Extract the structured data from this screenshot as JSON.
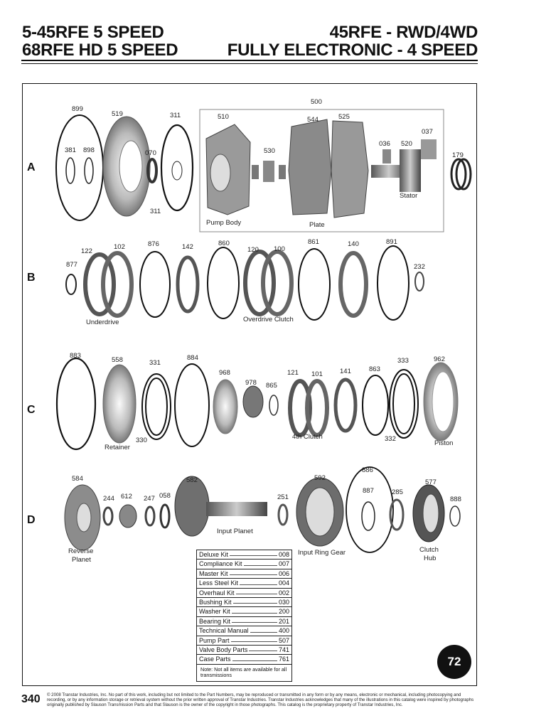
{
  "header": {
    "left_line1": "5-45RFE 5 SPEED",
    "left_line2": "68RFE HD 5 SPEED",
    "right_line1": "45RFE - RWD/4WD",
    "right_line2": "FULLY ELECTRONIC - 4 SPEED"
  },
  "rows": {
    "a": "A",
    "b": "B",
    "c": "C",
    "d": "D"
  },
  "parts": {
    "p899": "899",
    "p519": "519",
    "p311a": "311",
    "p381": "381",
    "p898": "898",
    "p070": "070",
    "p311b": "311",
    "p500": "500",
    "p510": "510",
    "p544": "544",
    "p525": "525",
    "p530": "530",
    "p036": "036",
    "p037": "037",
    "p520": "520",
    "p179": "179",
    "p877": "877",
    "p122": "122",
    "p102": "102",
    "p876": "876",
    "p142": "142",
    "p860": "860",
    "p120": "120",
    "p100": "100",
    "p861": "861",
    "p140": "140",
    "p891": "891",
    "p232": "232",
    "p883": "883",
    "p558": "558",
    "p331": "331",
    "p330": "330",
    "p884": "884",
    "p968": "968",
    "p978": "978",
    "p865": "865",
    "p121": "121",
    "p101": "101",
    "p141": "141",
    "p863": "863",
    "p333": "333",
    "p332": "332",
    "p962": "962",
    "p584": "584",
    "p244": "244",
    "p612": "612",
    "p247": "247",
    "p058": "058",
    "p582": "582",
    "p251": "251",
    "p592": "592",
    "p886": "886",
    "p887": "887",
    "p285": "285",
    "p577": "577",
    "p888": "888"
  },
  "captions": {
    "pump_body": "Pump Body",
    "plate": "Plate",
    "stator": "Stator",
    "underdrive": "Underdrive",
    "overdrive_clutch": "Overdrive Clutch",
    "retainer": "Retainer",
    "fourth_clutch": "4th Clutch",
    "piston": "Piston",
    "reverse_planet_1": "Reverse",
    "reverse_planet_2": "Planet",
    "input_planet": "Input Planet",
    "input_ring_gear": "Input Ring Gear",
    "clutch_hub_1": "Clutch",
    "clutch_hub_2": "Hub"
  },
  "kits": [
    {
      "name": "Deluxe Kit",
      "code": "008"
    },
    {
      "name": "Compliance Kit",
      "code": "007"
    },
    {
      "name": "Master Kit",
      "code": "006"
    },
    {
      "name": "Less Steel Kit",
      "code": "004"
    },
    {
      "name": "Overhaul Kit",
      "code": "002"
    },
    {
      "name": "Bushing Kit",
      "code": "030"
    },
    {
      "name": "Washer Kit",
      "code": "200"
    },
    {
      "name": "Bearing Kit",
      "code": "201"
    },
    {
      "name": "Technical Manual",
      "code": "400"
    },
    {
      "name": "Pump Part",
      "code": "507"
    },
    {
      "name": "Valve Body Parts",
      "code": "741"
    },
    {
      "name": "Case Parts",
      "code": "761"
    }
  ],
  "kit_note": "Note: Not all items are available for all transmissions",
  "badge": "72",
  "page_number": "340",
  "copyright": "© 2008 Transtar Industries, Inc. No part of this work, including but not limited to the Part Numbers, may be reproduced or transmitted in any form or by any means, electronic or mechanical, including photocopying and recording, or by any information storage or retrieval system without the prior written approval of Transtar Industries. Transtar Industries acknowledges that many of the illustrations in this catalog were inspired by photographs originally published by Slauson Transmission Parts and that Slauson is the owner of the copyright in those photographs. This catalog is the proprietary property of Transtar Industries, Inc."
}
